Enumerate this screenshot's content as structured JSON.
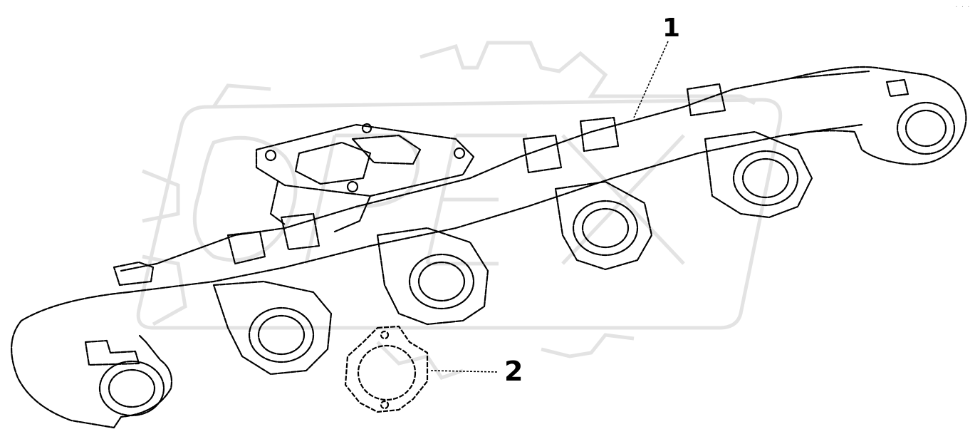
{
  "drawing": {
    "callouts": [
      {
        "number": "1",
        "part": "exhaust-manifold"
      },
      {
        "number": "2",
        "part": "gasket"
      }
    ],
    "watermark": {
      "text": "OPEX",
      "kind": "gear-logo",
      "color": "#e6e6e6"
    },
    "line_color": "#000000",
    "background": "#ffffff"
  }
}
